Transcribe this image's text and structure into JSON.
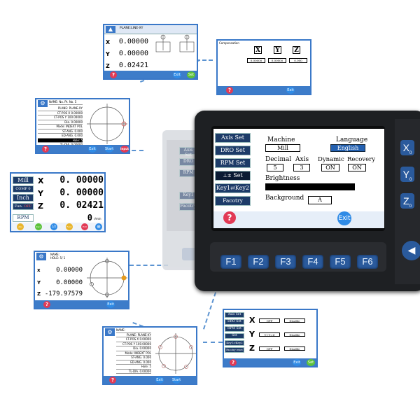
{
  "screen_top": {
    "header": "PLANE:LINE-XY",
    "axes": [
      {
        "label": "X",
        "value": "0.00000"
      },
      {
        "label": "Y",
        "value": "0.00000"
      },
      {
        "label": "Z",
        "value": "0.02421"
      }
    ],
    "exit": "Exit",
    "set": "Set"
  },
  "screen_comp": {
    "title": "Compensation",
    "axes": [
      "X",
      "Y",
      "Z"
    ],
    "values": [
      "0.00000",
      "0.00000",
      "0.000"
    ],
    "exit": "Exit"
  },
  "screen_circle1": {
    "header_cells": [
      "NAME:",
      "No.",
      "Pt.",
      "No.",
      "5"
    ],
    "rows": [
      [
        "",
        "PLANE:",
        "PLANE-XY"
      ],
      [
        "",
        "CT-POS X",
        "0.00000"
      ],
      [
        "",
        "CT-POS Y",
        "100.00000"
      ],
      [
        "",
        "Dia.",
        "0.00000"
      ],
      [
        "",
        "Mode:",
        "INDEXT POL"
      ],
      [
        "",
        "ST-ANG.",
        "0.000"
      ],
      [
        "",
        "ED-ANG.",
        "0.000"
      ],
      [
        "",
        "Hole:",
        "5"
      ],
      [
        "",
        "TL-DIA.",
        "0.00000"
      ]
    ],
    "exit": "Exit",
    "start": "Start",
    "input": "Input"
  },
  "screen_main": {
    "side": [
      "Mill",
      "COMP",
      "Inch",
      "Fun.",
      "RPM"
    ],
    "side_extra": [
      "0",
      "OFF"
    ],
    "axes": [
      {
        "label": "X",
        "value": "0. 00000"
      },
      {
        "label": "Y",
        "value": "0. 00000"
      },
      {
        "label": "Z",
        "value": "0. 02421"
      }
    ],
    "rpm_value": "0",
    "rpm_unit": "r/min",
    "bottom_icons": [
      "Abs",
      "Zero",
      "1/2",
      "Func",
      "Exit"
    ]
  },
  "screen_circle2": {
    "header_lines": [
      "NAME:",
      "HOLE:",
      "5/",
      "1"
    ],
    "axes": [
      {
        "label": "x",
        "value": "0.00000"
      },
      {
        "label": "Y",
        "value": "0.00000"
      },
      {
        "label": "Z",
        "value": "-179.97579"
      }
    ],
    "exit": "Exit"
  },
  "screen_circle3": {
    "rows": [
      [
        "NAME:",
        ""
      ],
      [
        "PLANE:",
        "PLANE-XY"
      ],
      [
        "CT-POS X",
        "0.00000"
      ],
      [
        "CT-POS Y",
        "100.00000"
      ],
      [
        "Dia.",
        "0.00000"
      ],
      [
        "Mode:",
        "INDEXT POL"
      ],
      [
        "ST-ANG.",
        "0.000"
      ],
      [
        "ED-ANG.",
        "0.000"
      ],
      [
        "Hole:",
        "5"
      ],
      [
        "TL-DIA.",
        "0.00000"
      ]
    ],
    "exit": "Exit",
    "start": "Start"
  },
  "screen_axisset": {
    "menu": [
      "Axis Set",
      "DRO Set",
      "RPM Set",
      "Set",
      "Key1⇄Key2",
      "Facotry reset"
    ],
    "axes": [
      {
        "label": "X",
        "opt1": "OFF",
        "opt2": "Disable"
      },
      {
        "label": "Y",
        "opt1": "Y+Y=Z",
        "opt2": "Disable"
      },
      {
        "label": "Z",
        "opt1": "OFF",
        "opt2": "Disable"
      }
    ],
    "exit": "Exit",
    "set": "Set"
  },
  "device": {
    "menu": [
      "Axis Set",
      "DRO Set",
      "RPM Set",
      "Set",
      "Key1⇄Key2",
      "Facotry reset"
    ],
    "machine_label": "Machine",
    "machine_value": "Mill",
    "language_label": "Language",
    "language_value": "English",
    "decimal_label": "Decimal",
    "decimal_value": "5",
    "axis_label": "Axis",
    "axis_value": "3",
    "dynamic_label": "Dynamic",
    "dynamic_value": "ON",
    "recovery_label": "Recovery",
    "recovery_value": "ON",
    "brightness_label": "Brightness",
    "background_label": "Background",
    "background_value": "A",
    "exit": "Exit",
    "fkeys": [
      "F1",
      "F2",
      "F3",
      "F4",
      "F5",
      "F6"
    ],
    "side_keys": [
      "X",
      "Y",
      "Z"
    ],
    "side_sub": "0"
  },
  "ghost": {
    "menu": [
      "Axis Set",
      "DRO",
      "RPM",
      "Key1",
      "Facotry"
    ]
  }
}
